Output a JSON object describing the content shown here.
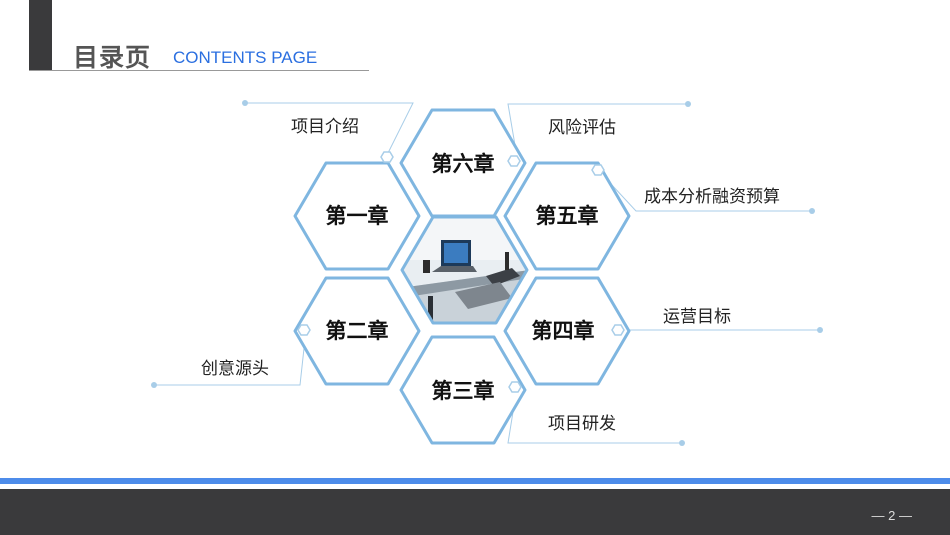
{
  "header": {
    "title": "目录页",
    "subtitle": "CONTENTS PAGE"
  },
  "chapters": [
    {
      "label": "第一章"
    },
    {
      "label": "第二章"
    },
    {
      "label": "第三章"
    },
    {
      "label": "第四章"
    },
    {
      "label": "第五章"
    },
    {
      "label": "第六章"
    }
  ],
  "topics": {
    "intro": "项目介绍",
    "creative": "创意源头",
    "rnd": "项目研发",
    "goals": "运营目标",
    "budget": "成本分析融资预算",
    "risk": "风险评估"
  },
  "footer": {
    "page_number": "— 2 —"
  },
  "colors": {
    "accent": "#2b6fe0",
    "hex_stroke": "#7fb6e0",
    "dark": "#3a3a3c",
    "band": "#4d8cea"
  },
  "center_image": "office-desk-laptop-phone-photo"
}
